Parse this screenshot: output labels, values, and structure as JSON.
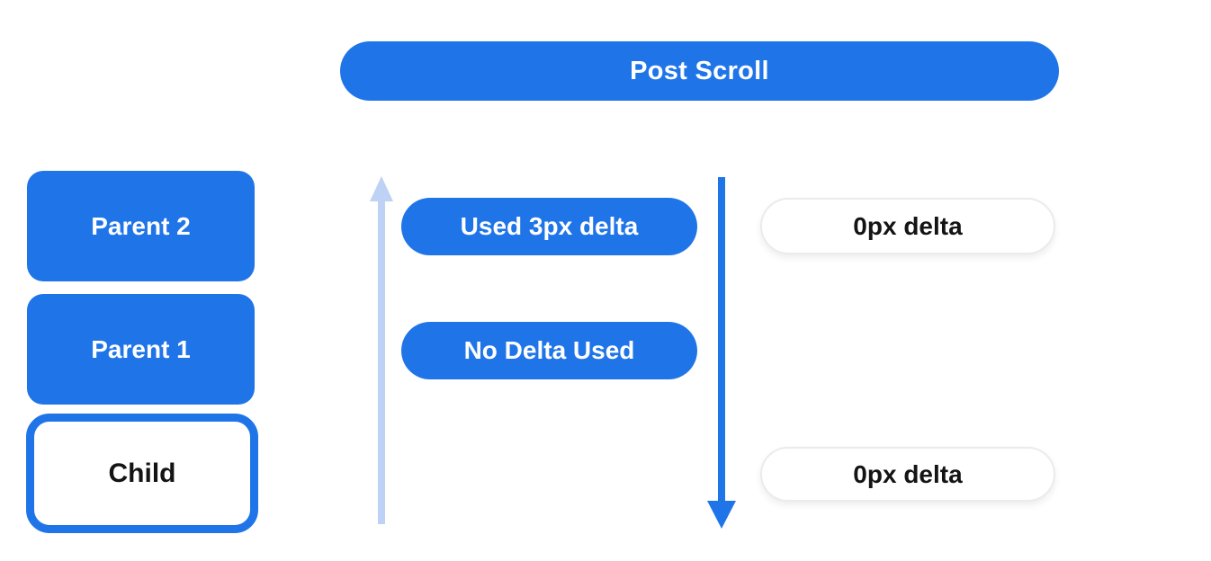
{
  "colors": {
    "primary_blue": "#1f75e8",
    "light_blue_arrow": "#bdd2f4",
    "white_pill_border": "#ebebeb",
    "dark_text": "#141414",
    "white_text": "#ffffff",
    "background": "#ffffff"
  },
  "header": {
    "title": "Post Scroll"
  },
  "scrollable_stack": {
    "parent_boxes": [
      {
        "label": "Parent 2"
      },
      {
        "label": "Parent 1"
      }
    ],
    "child_box": {
      "label": "Child"
    }
  },
  "delta_flow": {
    "up_arrow_icon": "arrow-up-light-blue",
    "down_arrow_icon": "arrow-down-blue",
    "result_pills": [
      {
        "label": "Used 3px delta"
      },
      {
        "label": "No Delta Used"
      }
    ]
  },
  "remaining_delta": {
    "pills": [
      {
        "label": "0px delta"
      },
      {
        "label": "0px delta"
      }
    ]
  }
}
